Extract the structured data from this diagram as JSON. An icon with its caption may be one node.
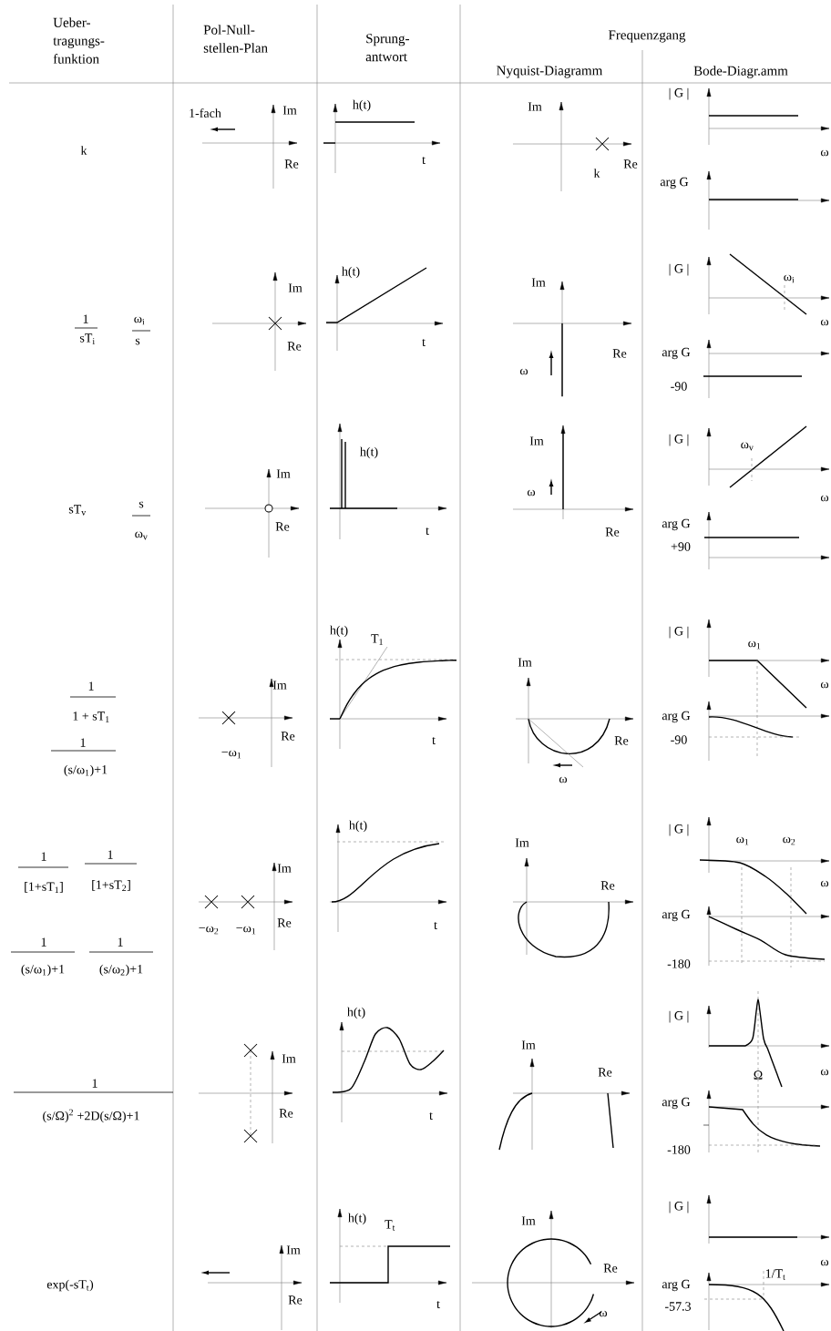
{
  "diagram": {
    "labels": [
      "Ueber- tragungs- funktion",
      "Pol-Null- stellen-Plan",
      "Sprung- antwort",
      "Frequenzgang",
      "Nyquist-Diagramm",
      "Bode-Diagr.amm",
      "k",
      "1-fach",
      "Im",
      "Re",
      "h(t)",
      "t",
      "Im",
      "k",
      "Re",
      "| G |",
      "ω",
      "arg G",
      "1",
      "sT$_{i}$",
      "ω$_{i}$",
      "s",
      "Im",
      "Re",
      "h(t)",
      "t",
      "Im",
      "ω",
      "Re",
      "| G |",
      "ω$_{i}$",
      "ω",
      "arg G",
      "-90",
      "sT$_{v}$",
      "s",
      "ω$_{v}$",
      "Im",
      "Re",
      "h(t)",
      "t",
      "Im",
      "ω",
      "Re",
      "| G |",
      "ω$_{v}$",
      "ω",
      "arg G",
      "+90",
      "1",
      "1 + sT$_{1}$",
      "1",
      "(s/ω$_{1}$)+1",
      "Im",
      "Re",
      "−ω$_{1}$",
      "h(t)",
      "T$_{1}$",
      "t",
      "Im",
      "Re",
      "ω",
      "| G |",
      "ω$_{1}$",
      "ω",
      "arg G",
      "-90",
      "1",
      "[1+sT$_{1}$]",
      "1",
      "[1+sT$_{2}$]",
      "1",
      "(s/ω$_{1}$)+1",
      "1",
      "(s/ω$_{2}$)+1",
      "Im",
      "Re",
      "−ω$_{2}$",
      "−ω$_{1}$",
      "h(t)",
      "t",
      "Im",
      "Re",
      "| G |",
      "ω$_{1}$",
      "ω$_{2}$",
      "ω",
      "arg G",
      "-180",
      "1",
      "(s/Ω)$^{2}$ +2D(s/Ω)+1",
      "Im",
      "Re",
      "h(t)",
      "t",
      "Im",
      "Re",
      "| G |",
      "Ω",
      "ω",
      "arg G",
      "-180",
      "exp(-sT$_{t}$)",
      "Im",
      "Re",
      "h(t)",
      "T$_{t}$",
      "t",
      "Im",
      "Re",
      "ω",
      "| G |",
      "ω",
      "arg G",
      "1/T$_{t}$",
      "-57.3"
    ]
  }
}
